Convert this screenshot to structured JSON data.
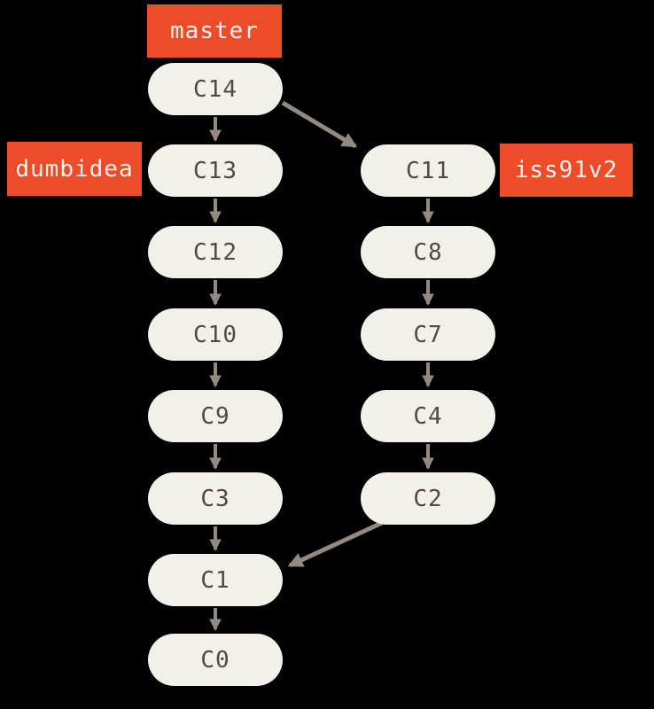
{
  "diagram_type": "git-commit-graph",
  "colors": {
    "bg": "#000000",
    "commit-fill": "#F2F0E9",
    "commit-text": "#504A42",
    "branch-fill": "#ED4C2B",
    "branch-text": "#F6F3EC",
    "arrow": "#928A81"
  },
  "branches": [
    {
      "id": "master",
      "label": "master",
      "points_to": "C14"
    },
    {
      "id": "dumbidea",
      "label": "dumbidea",
      "points_to": "C13"
    },
    {
      "id": "iss91v2",
      "label": "iss91v2",
      "points_to": "C11"
    }
  ],
  "commits": [
    {
      "id": "c14",
      "label": "C14",
      "column": "left"
    },
    {
      "id": "c13",
      "label": "C13",
      "column": "left"
    },
    {
      "id": "c12",
      "label": "C12",
      "column": "left"
    },
    {
      "id": "c10",
      "label": "C10",
      "column": "left"
    },
    {
      "id": "c9",
      "label": "C9",
      "column": "left"
    },
    {
      "id": "c3",
      "label": "C3",
      "column": "left"
    },
    {
      "id": "c1",
      "label": "C1",
      "column": "left"
    },
    {
      "id": "c0",
      "label": "C0",
      "column": "left"
    },
    {
      "id": "c11",
      "label": "C11",
      "column": "right"
    },
    {
      "id": "c8",
      "label": "C8",
      "column": "right"
    },
    {
      "id": "c7",
      "label": "C7",
      "column": "right"
    },
    {
      "id": "c4",
      "label": "C4",
      "column": "right"
    },
    {
      "id": "c2",
      "label": "C2",
      "column": "right"
    }
  ],
  "edges": [
    {
      "from": "C14",
      "to": "C13"
    },
    {
      "from": "C14",
      "to": "C11"
    },
    {
      "from": "C13",
      "to": "C12"
    },
    {
      "from": "C12",
      "to": "C10"
    },
    {
      "from": "C10",
      "to": "C9"
    },
    {
      "from": "C9",
      "to": "C3"
    },
    {
      "from": "C3",
      "to": "C1"
    },
    {
      "from": "C1",
      "to": "C0"
    },
    {
      "from": "C11",
      "to": "C8"
    },
    {
      "from": "C8",
      "to": "C7"
    },
    {
      "from": "C7",
      "to": "C4"
    },
    {
      "from": "C4",
      "to": "C2"
    },
    {
      "from": "C2",
      "to": "C1"
    }
  ]
}
